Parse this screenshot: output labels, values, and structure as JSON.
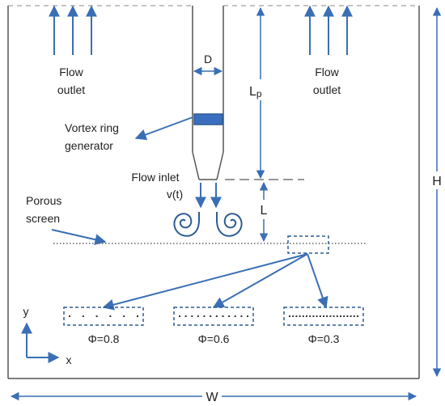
{
  "labels": {
    "flow_outlet_left_line1": "Flow",
    "flow_outlet_left_line2": "outlet",
    "flow_outlet_right_line1": "Flow",
    "flow_outlet_right_line2": "outlet",
    "pipe_diameter": "D",
    "pipe_length": "Lp",
    "pipe_length_main": "L",
    "pipe_length_sub": "p",
    "vortex_generator_line1": "Vortex ring",
    "vortex_generator_line2": "generator",
    "flow_inlet_line1": "Flow inlet",
    "flow_inlet_line2": "v(t)",
    "gap_length": "L",
    "porous_screen_line1": "Porous",
    "porous_screen_line2": "screen",
    "height": "H",
    "width": "W",
    "axis_y": "y",
    "axis_x": "x"
  },
  "screens": [
    {
      "label": "Φ=0.8",
      "porosity": 0.8
    },
    {
      "label": "Φ=0.6",
      "porosity": 0.6
    },
    {
      "label": "Φ=0.3",
      "porosity": 0.3
    }
  ],
  "colors": {
    "accent": "#3a6fb5",
    "accent_dark": "#2f5c94",
    "generator_fill": "#3a6fc0",
    "outline": "#555555",
    "dashed": "#777777",
    "text": "#222222"
  }
}
